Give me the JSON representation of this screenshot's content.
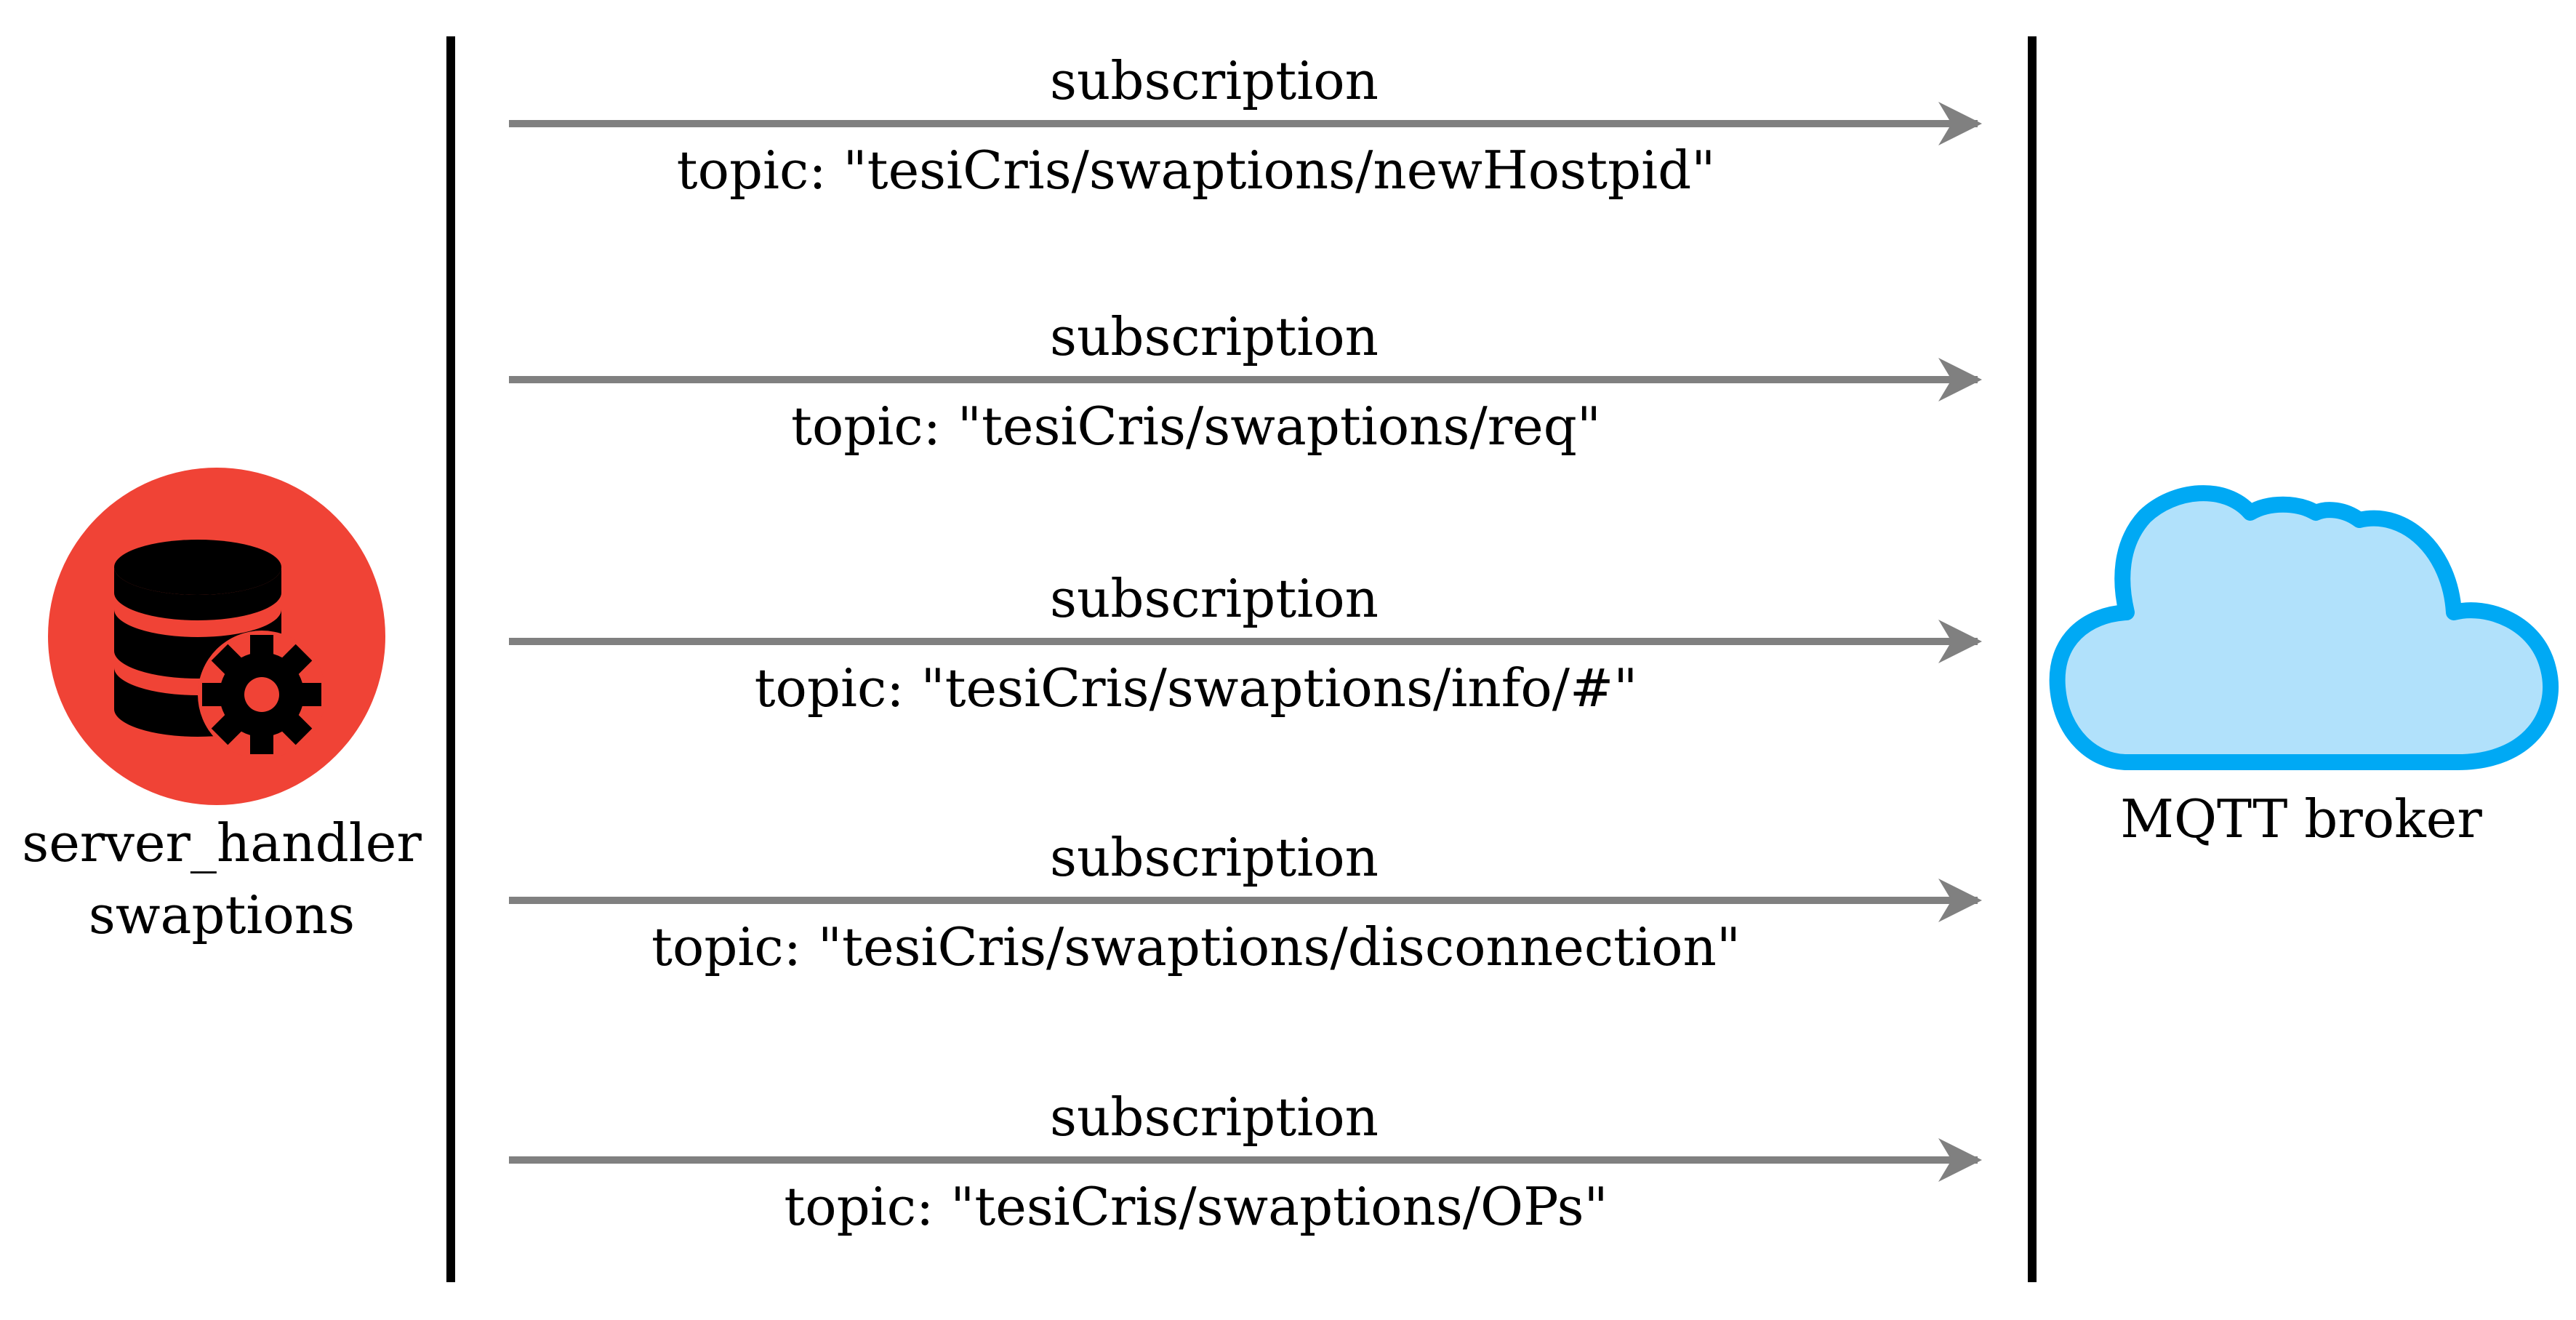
{
  "participants": {
    "left": {
      "name_line1": "server_handler",
      "name_line2": "swaptions",
      "icon": "database-gear-icon",
      "icon_color": "#f04336",
      "icon_fg_color": "#000000"
    },
    "right": {
      "name": "MQTT broker",
      "icon": "cloud-icon",
      "fill_color": "#b1e1fb",
      "stroke_color": "#00a9f4"
    }
  },
  "lifeline_color": "#000000",
  "arrow_color": "#808080",
  "messages": [
    {
      "title": "subscription",
      "topic": "topic: \"tesiCris/swaptions/newHostpid\""
    },
    {
      "title": "subscription",
      "topic": "topic: \"tesiCris/swaptions/req\""
    },
    {
      "title": "subscription",
      "topic": "topic: \"tesiCris/swaptions/info/#\""
    },
    {
      "title": "subscription",
      "topic": "topic: \"tesiCris/swaptions/disconnection\""
    },
    {
      "title": "subscription",
      "topic": "topic: \"tesiCris/swaptions/OPs\""
    }
  ]
}
